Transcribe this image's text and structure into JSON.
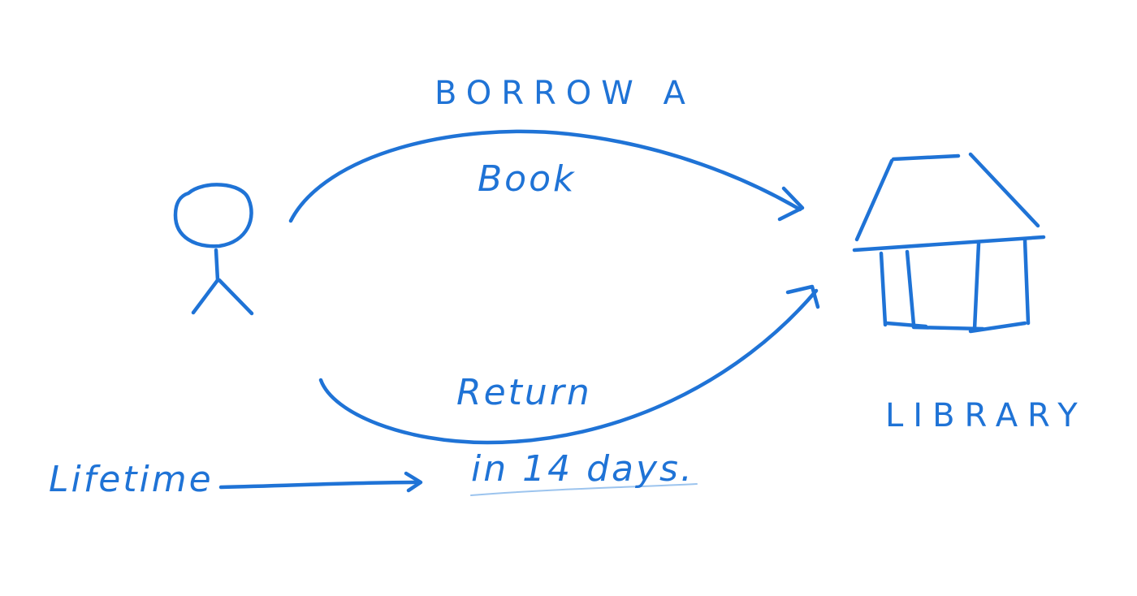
{
  "diagram": {
    "colors": {
      "ink": "#1f73d6",
      "highlight": "#9cc4ee",
      "background": "#ffffff"
    },
    "nodes": {
      "person": {
        "icon": "stick-figure-icon"
      },
      "library": {
        "icon": "library-building-icon",
        "label": "LIBRARY"
      }
    },
    "edges": {
      "borrow": {
        "label_line1": "BORROW A",
        "label_line2": "Book"
      },
      "return": {
        "label": "Return",
        "sublabel": "in 14 days."
      }
    },
    "lifetime": {
      "label": "Lifetime"
    }
  }
}
